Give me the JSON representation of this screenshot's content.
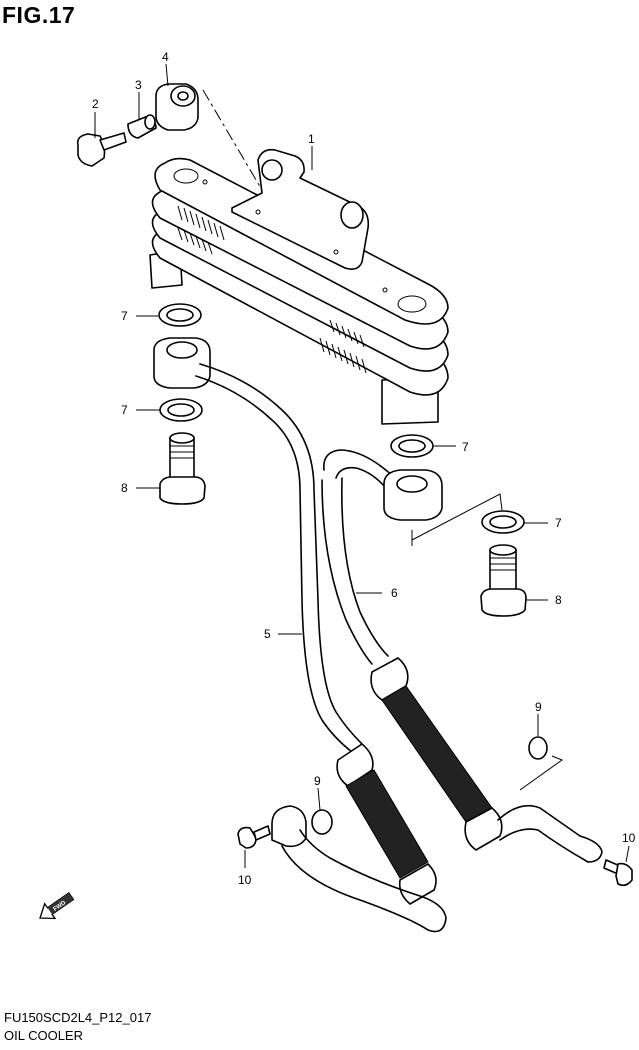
{
  "header": {
    "figure_title": "FIG.17"
  },
  "footer": {
    "code": "FU150SCD2L4_P12_017",
    "caption": "OIL COOLER"
  },
  "callouts": [
    {
      "id": "c1",
      "label": "1"
    },
    {
      "id": "c2",
      "label": "2"
    },
    {
      "id": "c3",
      "label": "3"
    },
    {
      "id": "c4",
      "label": "4"
    },
    {
      "id": "c5",
      "label": "5"
    },
    {
      "id": "c6",
      "label": "6"
    },
    {
      "id": "c7a",
      "label": "7"
    },
    {
      "id": "c7b",
      "label": "7"
    },
    {
      "id": "c7c",
      "label": "7"
    },
    {
      "id": "c7d",
      "label": "7"
    },
    {
      "id": "c8a",
      "label": "8"
    },
    {
      "id": "c8b",
      "label": "8"
    },
    {
      "id": "c9a",
      "label": "9"
    },
    {
      "id": "c9b",
      "label": "9"
    },
    {
      "id": "c10a",
      "label": "10"
    },
    {
      "id": "c10b",
      "label": "10"
    }
  ],
  "fwd_marker": {
    "text": "FWD"
  }
}
